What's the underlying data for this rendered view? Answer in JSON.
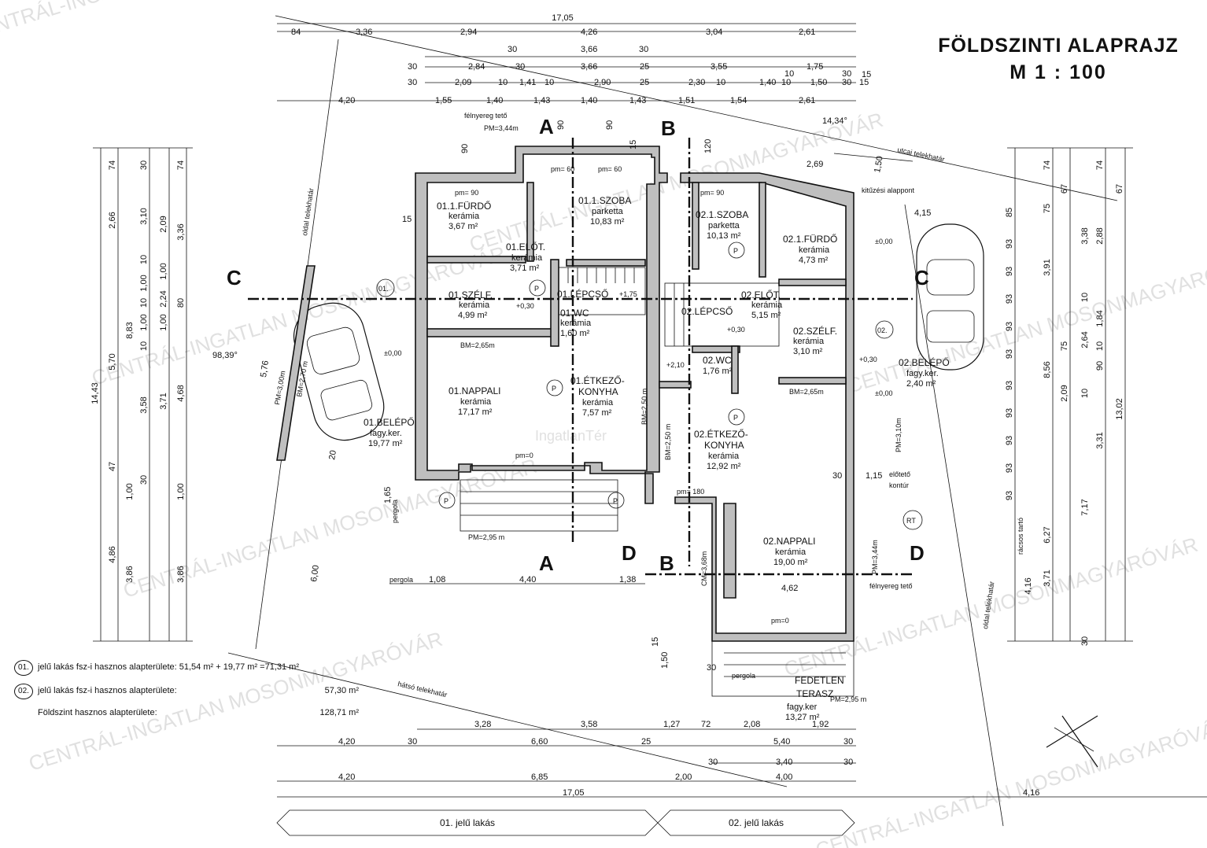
{
  "title": {
    "line1": "FÖLDSZINTI ALAPRAJZ",
    "line2": "M 1 : 100"
  },
  "dimensions": {
    "top_total": "17,05",
    "top_row1": [
      "84",
      "3,36",
      "2,94",
      "4,26",
      "3,04",
      "2,61"
    ],
    "top_row2a": [
      "30",
      "3,66",
      "30"
    ],
    "top_row2": [
      "30",
      "2,84",
      "30",
      "3,66",
      "25",
      "3,55",
      "10",
      "1,75",
      "30"
    ],
    "top_row3": [
      "30",
      "2,09",
      "10",
      "1,41",
      "10",
      "2,90",
      "25",
      "2,30",
      "10",
      "1,40",
      "10",
      "1,50",
      "30",
      "15"
    ],
    "top_row4": [
      "4,20",
      "1,55",
      "1,40",
      "1,43",
      "1,40",
      "1,43",
      "1,51",
      "1,54",
      "2,61"
    ],
    "bottom_row1": [
      "3,28",
      "3,58",
      "1,27",
      "72",
      "2,08",
      "1,92"
    ],
    "bottom_row2": [
      "4,20",
      "30",
      "6,60",
      "25",
      "5,40",
      "30"
    ],
    "bottom_row3": [
      "30",
      "3,40",
      "30"
    ],
    "bottom_row4": [
      "4,20",
      "6,85",
      "2,00",
      "4,00"
    ],
    "bottom_total": "17,05",
    "bottom_right": "4,16",
    "pergola_row": [
      "1,08",
      "4,40",
      "1,38"
    ],
    "left_total": "14,43",
    "left_col1": [
      "74",
      "2,66",
      "5,70",
      "47",
      "4,86"
    ],
    "left_col2": [
      "8,83",
      "1,00",
      "3,86"
    ],
    "left_col3": [
      "30",
      "3,10",
      "10",
      "1,00",
      "10",
      "1,00",
      "10",
      "3,58",
      "30"
    ],
    "left_col4": [
      "74",
      "3,36",
      "80",
      "4,68",
      "1,00",
      "3,86"
    ],
    "left_col5": [
      "2,09",
      "1,00",
      "2,24",
      "1,00",
      "3,71"
    ],
    "right_col1": [
      "85",
      "93",
      "93",
      "93",
      "93",
      "93",
      "93",
      "93",
      "93",
      "93",
      "93",
      "4,16"
    ],
    "right_col2": [
      "74",
      "75",
      "3,91",
      "8,56",
      "6,27",
      "3,71"
    ],
    "right_col3": [
      "67",
      "3,38",
      "10",
      "75",
      "2,09",
      "10",
      "7,17",
      "30"
    ],
    "right_col4": [
      "74",
      "2,88",
      "1,84",
      "2,64",
      "10",
      "90",
      "3,31"
    ],
    "right_col5": [
      "67",
      "13,02"
    ],
    "misc": [
      "15",
      "14,34°",
      "2,69",
      "1,50",
      "4,15",
      "98,39°",
      "5,76",
      "6,00",
      "1,65",
      "1,50",
      "30",
      "15",
      "4,62",
      "1,15",
      "30",
      "90",
      "120",
      "90",
      "90",
      "15",
      "15",
      "20"
    ]
  },
  "rooms": [
    {
      "name": "01.1.FÜRDŐ",
      "floor": "kerámia",
      "area": "3,67 m²"
    },
    {
      "name": "01.1.SZOBA",
      "floor": "parketta",
      "area": "10,83 m²"
    },
    {
      "name": "01.ELŐT.",
      "floor": "kerámia",
      "area": "3,71 m²"
    },
    {
      "name": "01.SZÉLF.",
      "floor": "kerámia",
      "area": "4,99 m²"
    },
    {
      "name": "01.LÉPCSŐ",
      "floor": "",
      "area": ""
    },
    {
      "name": "01.WC",
      "floor": "kerámia",
      "area": "1,60 m²"
    },
    {
      "name": "01.NAPPALI",
      "floor": "kerámia",
      "area": "17,17 m²"
    },
    {
      "name": "01.ÉTKEZŐ-",
      "floor": "KONYHA",
      "area": "kerámia"
    },
    {
      "name": "01.BELÉPŐ",
      "floor": "fagy.ker.",
      "area": "19,77 m²"
    },
    {
      "name": "02.1.SZOBA",
      "floor": "parketta",
      "area": "10,13 m²"
    },
    {
      "name": "02.1.FÜRDŐ",
      "floor": "kerámia",
      "area": "4,73 m²"
    },
    {
      "name": "02.ELŐT.",
      "floor": "kerámia",
      "area": "5,15 m²"
    },
    {
      "name": "02.LÉPCSŐ",
      "floor": "",
      "area": ""
    },
    {
      "name": "02.SZÉLF.",
      "floor": "kerámia",
      "area": "3,10 m²"
    },
    {
      "name": "02.WC",
      "floor": "",
      "area": "1,76 m²"
    },
    {
      "name": "02.ÉTKEZŐ-",
      "floor": "KONYHA",
      "area": "kerámia"
    },
    {
      "name": "02.NAPPALI",
      "floor": "kerámia",
      "area": "19,00 m²"
    },
    {
      "name": "02.BELÉPŐ",
      "floor": "fagy.ker.",
      "area": "2,40 m²"
    },
    {
      "name": "FEDETLEN",
      "floor": "TERASZ",
      "area": "fagy.ker"
    }
  ],
  "room_extra": {
    "etkezo01_area": "7,57 m²",
    "etkezo02_area": "12,92 m²",
    "terasz_area": "13,27 m²"
  },
  "annotations": {
    "felnyereg_teto": "félnyereg tető",
    "pm344": "PM=3,44m",
    "pm60a": "pm= 60",
    "pm60b": "pm= 60",
    "pm90a": "pm= 90",
    "pm90b": "pm= 90",
    "pm0a": "pm=0",
    "pm0b": "pm=0",
    "pm180": "pm= 180",
    "utcai": "utcai telekhatár",
    "kituzesi": "kitűzési alappont",
    "oldal_left": "oldal telekhatár",
    "oldal_right": "oldal telekhatár",
    "hatso": "hátsó telekhatár",
    "pergola1": "pergola",
    "pergola2": "pergola",
    "pergola3": "pergola",
    "eloteto": "előtető",
    "kontur": "kontúr",
    "racsos": "rácsos tartó",
    "felnyereg_right": "félnyereg tető",
    "bm265a": "BM=2,65m",
    "bm265b": "BM=2,65m",
    "bm250a": "BM=2,50 m",
    "bm250b": "BM=2,50 m",
    "pm295a": "PM=2,95 m",
    "pm295b": "PM=2,95 m",
    "pm300": "PM=3,00m",
    "bm270": "BM=2,70 m",
    "pm310": "PM=3,10m",
    "pm344b": "PM=3,44m",
    "cm368": "CM=3,68m",
    "zero1": "±0,00",
    "zero2": "±0,00",
    "zero3": "±0,00",
    "plus030a": "+0,30",
    "plus030b": "+0,30",
    "plus030c": "+0,30",
    "plus175": "+1,75",
    "plus210": "+2,10",
    "rt": "RT",
    "p": "P"
  },
  "sections": {
    "A": "A",
    "B": "B",
    "C": "C",
    "D": "D"
  },
  "unit_markers": {
    "u01": "01.",
    "u02": "02."
  },
  "footer": {
    "unit01": "01. jelű lakás",
    "unit02": "02. jelű lakás"
  },
  "summary": {
    "row1_id": "01.",
    "row1_label": "jelű lakás fsz-i hasznos alapterülete: 51,54 m² + 19,77 m² =71,31 m²",
    "row2_id": "02.",
    "row2_label": "jelű lakás fsz-i hasznos alapterülete:",
    "row2_value": "57,30 m²",
    "row3_label": "Földszint hasznos alapterülete:",
    "row3_value": "128,71 m²"
  },
  "watermark": {
    "text": "CENTRÁL-INGATLAN MOSONMAGYARÓVÁR",
    "short": "IngatlanTér"
  }
}
